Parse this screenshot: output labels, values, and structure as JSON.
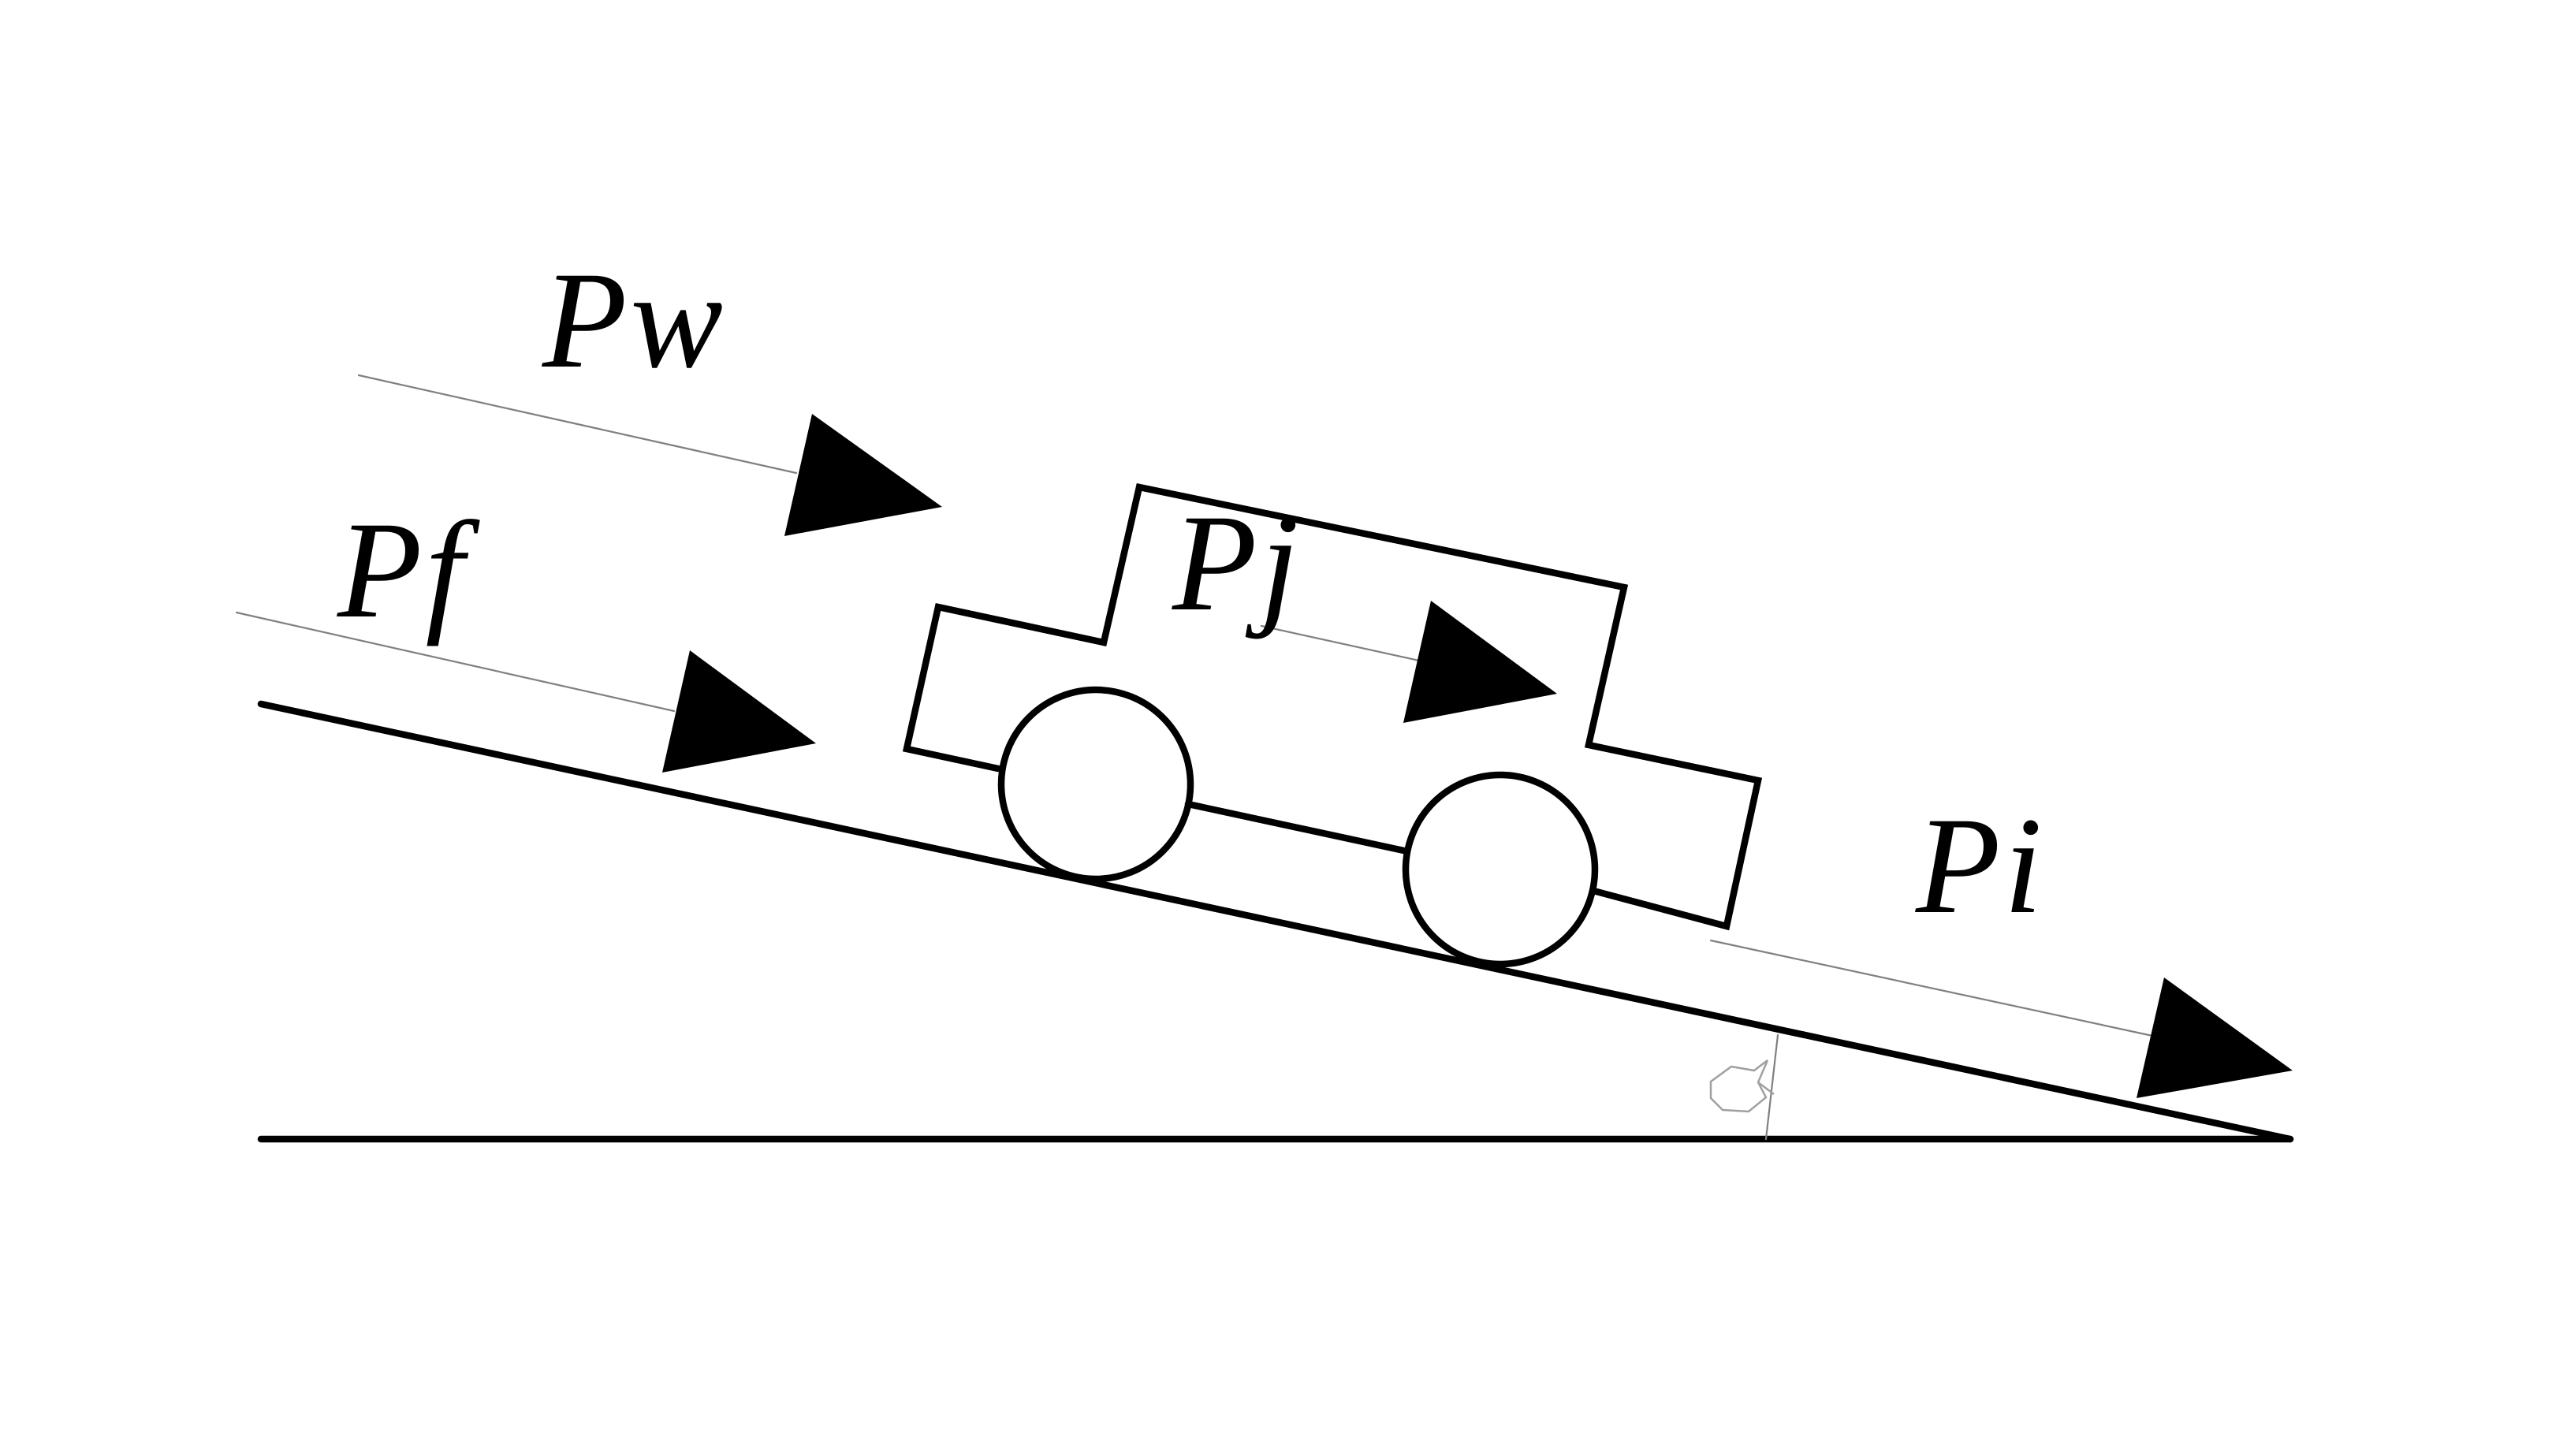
{
  "colors": {
    "background": "#ffffff",
    "line": "#000000",
    "thin_line": "#808080",
    "angle_symbol": "#a0a0a0"
  },
  "forces": {
    "air_resistance": {
      "label_main": "P",
      "label_sub": "w"
    },
    "rolling_resistance": {
      "label_main": "P",
      "label_sub": "f"
    },
    "acceleration_resistance": {
      "label_main": "P",
      "label_sub": "j"
    },
    "grade_resistance": {
      "label_main": "P",
      "label_sub": "i"
    }
  },
  "angle_symbol": "alpha-symbol"
}
